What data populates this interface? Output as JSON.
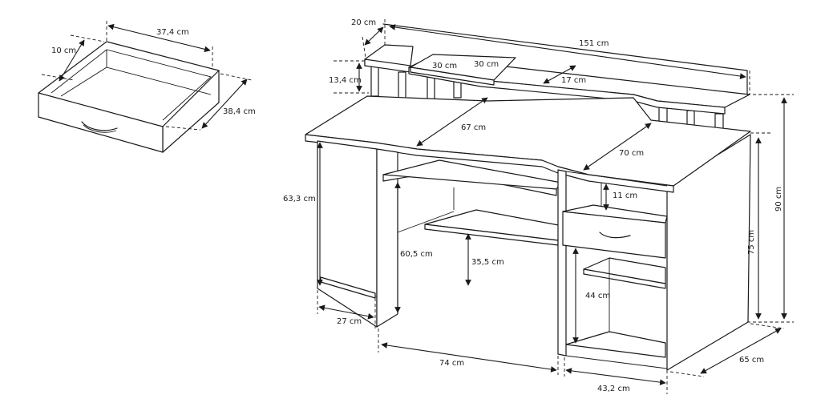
{
  "drawer": {
    "dims": {
      "width": "37,4 cm",
      "height": "10 cm",
      "depth": "38,4 cm"
    }
  },
  "desk": {
    "dims": {
      "shelf_depth": "20 cm",
      "total_width": "151 cm",
      "shelf_a": "30 cm",
      "shelf_b": "30 cm",
      "riser_height": "13,4 cm",
      "riser_gap": "17 cm",
      "inner_depth": "67 cm",
      "top_depth": "70 cm",
      "left_leg_height": "63,3 cm",
      "keyboard_height": "60,5 cm",
      "shelf_height": "35,5 cm",
      "drawer_height": "11 cm",
      "compartment_height": "44 cm",
      "desk_height": "75 cm",
      "total_height": "90 cm",
      "left_depth": "27 cm",
      "center_width": "74 cm",
      "right_width": "43,2 cm",
      "desk_depth": "65 cm"
    }
  }
}
